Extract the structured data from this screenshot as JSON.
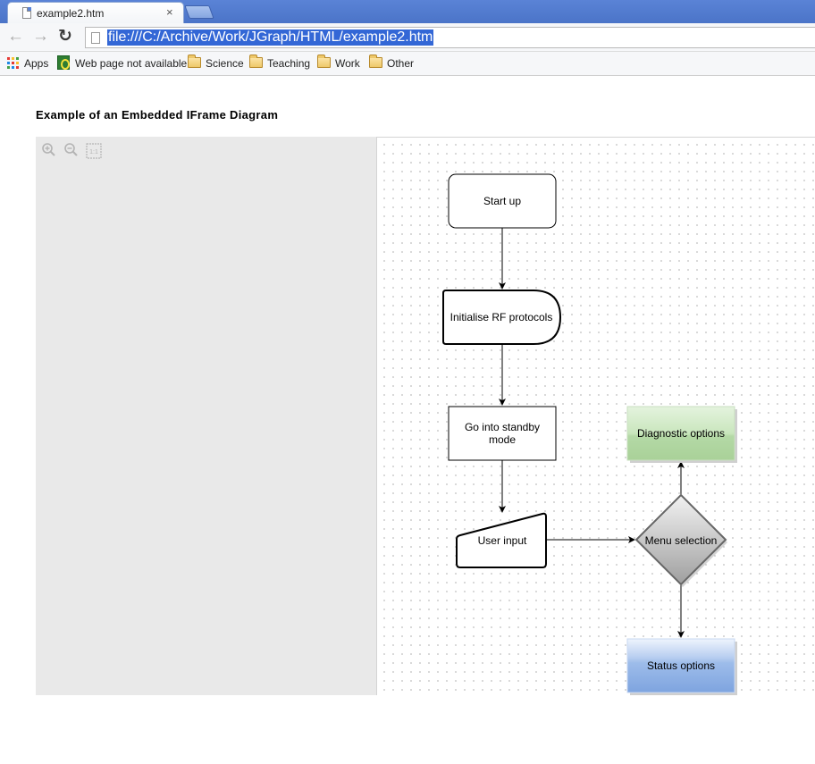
{
  "browser": {
    "tab_title": "example2.htm",
    "tab_close": "×",
    "url": "file:///C:/Archive/Work/JGraph/HTML/example2.htm",
    "bookmarks": [
      {
        "label": "Apps",
        "icon": "apps-grid-icon"
      },
      {
        "label": "Web page not available",
        "icon": "page-favicon-icon"
      },
      {
        "label": "Science",
        "icon": "folder-icon"
      },
      {
        "label": "Teaching",
        "icon": "folder-icon"
      },
      {
        "label": "Work",
        "icon": "folder-icon"
      },
      {
        "label": "Other",
        "icon": "folder-icon"
      }
    ]
  },
  "page": {
    "title": "Example of an Embedded IFrame Diagram"
  },
  "viewer": {
    "toolbar": [
      "zoom-in-icon",
      "zoom-out-icon",
      "actual-size-icon"
    ],
    "actual_size_label": "1:1"
  },
  "diagram": {
    "nodes": {
      "start": {
        "label": "Start up"
      },
      "init_rf": {
        "label": "Initialise RF protocols"
      },
      "standby": {
        "label_line1": "Go into standby",
        "label_line2": "mode"
      },
      "user_input": {
        "label": "User input"
      },
      "menu": {
        "label": "Menu selection"
      },
      "diagnostic": {
        "label": "Diagnostic options"
      },
      "status": {
        "label": "Status options"
      }
    },
    "colors": {
      "diagnostic_fill": "#b8ddac",
      "status_fill": "#9dbcea",
      "menu_fill": "#bdbdbd"
    }
  }
}
